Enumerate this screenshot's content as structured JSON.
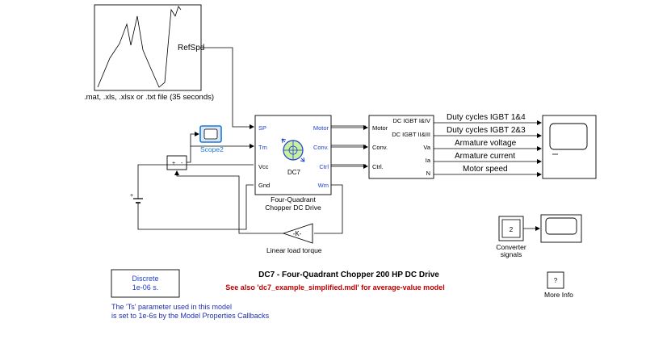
{
  "from_file_block": {
    "label": "RefSpd",
    "caption": ".mat, .xls, .xlsx or .txt file (35  seconds)"
  },
  "scope2": {
    "label": "Scope2"
  },
  "drive_block": {
    "inputs": [
      "SP",
      "Tm",
      "Vcc",
      "Gnd"
    ],
    "outputs": [
      "Motor",
      "Conv.",
      "Ctrl",
      "Wm"
    ],
    "center_label": "DC7",
    "caption_line1": "Four-Quadrant",
    "caption_line2": "Chopper DC Drive"
  },
  "sum_block": {
    "sign1": "+",
    "sign2": "-"
  },
  "battery": {
    "plus": "+"
  },
  "gain_block": {
    "value": "-K-",
    "caption": "Linear load torque"
  },
  "demux_block": {
    "inputs": [
      "Motor",
      "Conv.",
      "Ctrl."
    ],
    "outputs": [
      "DC IGBT I&IV",
      "DC IGBT II&III",
      "Va",
      "Ia",
      "N"
    ]
  },
  "signals": [
    "Duty cycles IGBT 1&4",
    "Duty cycles IGBT 2&3",
    "Armature voltage",
    "Armature current",
    "Motor speed"
  ],
  "converter_signals": {
    "value": "2",
    "caption_line1": "Converter",
    "caption_line2": "signals"
  },
  "title": "DC7 - Four-Quadrant Chopper 200 HP DC Drive",
  "subtitle": "See also 'dc7_example_simplified.mdl' for average-value model",
  "powergui": {
    "line1": "Discrete",
    "line2": "1e-06 s."
  },
  "ts_note": {
    "line1": "The 'Ts' parameter used in this model",
    "line2": "is set to 1e-6s  by the Model Properties Callbacks"
  },
  "more_info": {
    "symbol": "?",
    "caption": "More Info"
  },
  "colors": {
    "accent_blue": "#1f3fcf",
    "title_red": "#c00000",
    "scope_label_blue": "#1a7ad6",
    "note_blue": "#2030b0"
  }
}
